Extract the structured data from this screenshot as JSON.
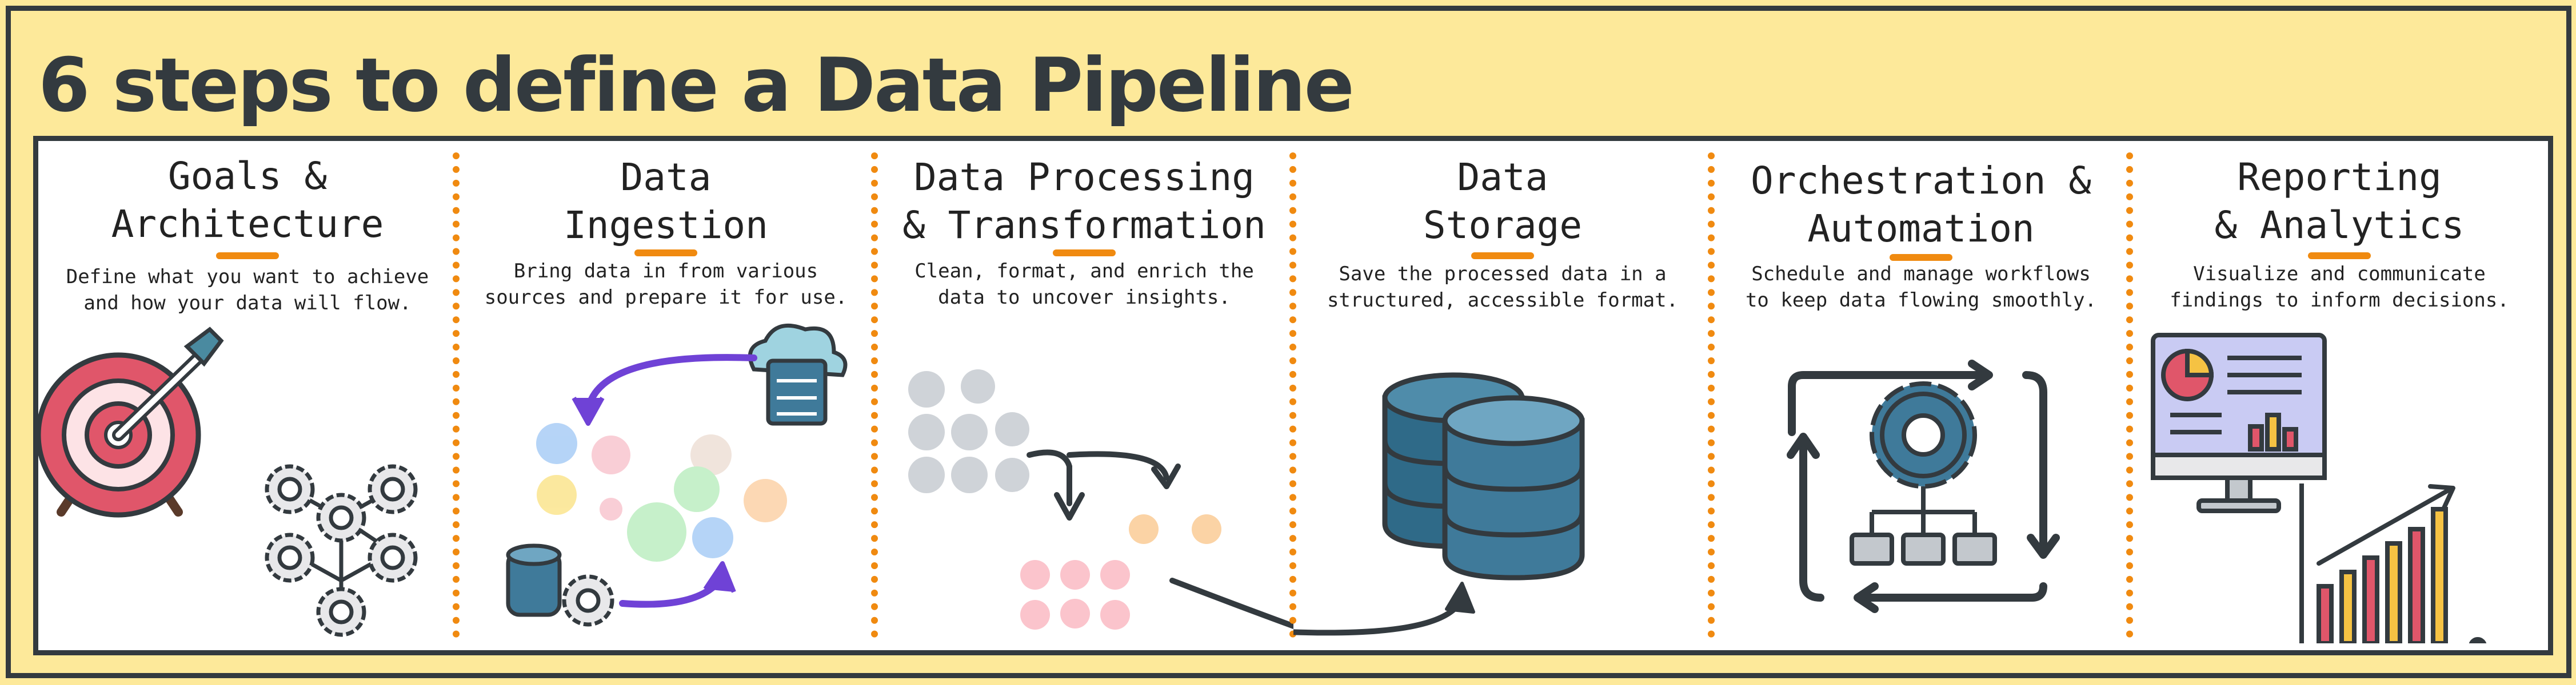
{
  "title": "6 steps to define a Data Pipeline",
  "steps": [
    {
      "heading": [
        "Goals &",
        "Architecture"
      ],
      "description": [
        "Define what you want to achieve",
        "and how your data will flow."
      ],
      "icon": "target-icon"
    },
    {
      "heading": [
        "Data",
        "Ingestion"
      ],
      "description": [
        "Bring data in from various",
        "sources and prepare it for use."
      ],
      "icon": "cloud-server-icon"
    },
    {
      "heading": [
        "Data Processing",
        "& Transformation"
      ],
      "description": [
        "Clean, format, and enrich the",
        "data to uncover insights."
      ],
      "icon": "data-dots-icon"
    },
    {
      "heading": [
        "Data",
        "Storage"
      ],
      "description": [
        "Save the processed data in a",
        "structured, accessible format."
      ],
      "icon": "database-icon"
    },
    {
      "heading": [
        "Orchestration &",
        "Automation"
      ],
      "description": [
        "Schedule and manage workflows",
        "to keep data flowing smoothly."
      ],
      "icon": "gear-workflow-icon"
    },
    {
      "heading": [
        "Reporting",
        "& Analytics"
      ],
      "description": [
        "Visualize and communicate",
        "findings to inform decisions."
      ],
      "icon": "dashboard-chart-icon"
    }
  ],
  "colors": {
    "background": "#fde99a",
    "outline": "#333a3f",
    "accent": "#f08a10",
    "arrow_purple": "#6f42d6",
    "storage_blue": "#3f7a9a",
    "target_red": "#e0566a"
  }
}
